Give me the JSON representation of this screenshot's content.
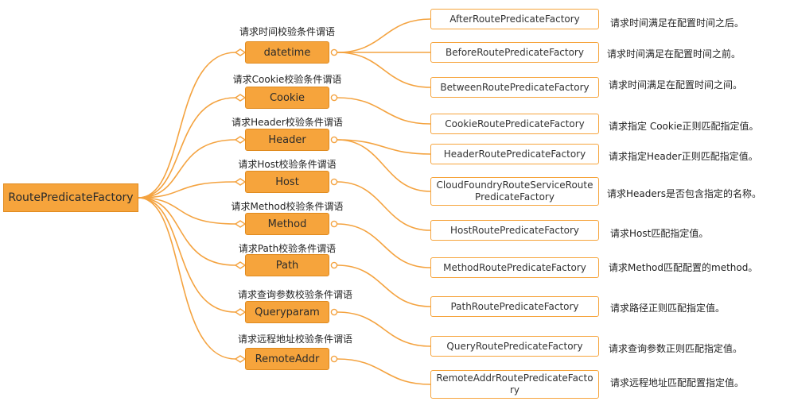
{
  "root": {
    "label": "RoutePredicateFactory"
  },
  "mids": [
    {
      "label": "datetime",
      "caption": "请求时间校验条件谓语"
    },
    {
      "label": "Cookie",
      "caption": "请求Cookie校验条件谓语"
    },
    {
      "label": "Header",
      "caption": "请求Header校验条件谓语"
    },
    {
      "label": "Host",
      "caption": "请求Host校验条件谓语"
    },
    {
      "label": "Method",
      "caption": "请求Method校验条件谓语"
    },
    {
      "label": "Path",
      "caption": "请求Path校验条件谓语"
    },
    {
      "label": "Queryparam",
      "caption": "请求查询参数校验条件谓语"
    },
    {
      "label": "RemoteAddr",
      "caption": "请求远程地址校验条件谓语"
    }
  ],
  "leaves": [
    {
      "label": "AfterRoutePredicateFactory",
      "desc": "请求时间满足在配置时间之后。"
    },
    {
      "label": "BeforeRoutePredicateFactory",
      "desc": "请求时间满足在配置时间之前。"
    },
    {
      "label": "BetweenRoutePredicateFactory",
      "desc": "请求时间满足在配置时间之间。"
    },
    {
      "label": "CookieRoutePredicateFactory",
      "desc": "请求指定 Cookie正则匹配指定值。"
    },
    {
      "label": "HeaderRoutePredicateFactory",
      "desc": "请求指定Header正则匹配指定值。"
    },
    {
      "label": "CloudFoundryRouteServiceRoutePredicateFactory",
      "desc": "请求Headers是否包含指定的名称。"
    },
    {
      "label": "HostRoutePredicateFactory",
      "desc": "请求Host匹配指定值。"
    },
    {
      "label": "MethodRoutePredicateFactory",
      "desc": "请求Method匹配配置的method。"
    },
    {
      "label": "PathRoutePredicateFactory",
      "desc": "请求路径正则匹配指定值。"
    },
    {
      "label": "QueryRoutePredicateFactory",
      "desc": "请求查询参数正则匹配指定值。"
    },
    {
      "label": "RemoteAddrRoutePredicateFactory",
      "desc": "请求远程地址匹配配置指定值。"
    }
  ],
  "colors": {
    "accent": "#F6A43C",
    "line": "#F4A340"
  }
}
